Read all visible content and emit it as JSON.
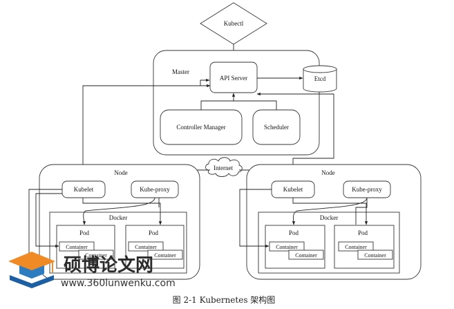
{
  "diagram": {
    "kubectl": "Kubectl",
    "master": {
      "title": "Master",
      "api_server": "API Server",
      "etcd": "Etcd",
      "controller_manager": "Controller Manager",
      "scheduler": "Scheduler"
    },
    "internet": "Internet",
    "nodes": [
      {
        "title": "Node",
        "kubelet": "Kubelet",
        "kube_proxy": "Kube-proxy",
        "docker": "Docker",
        "pods": [
          {
            "title": "Pod",
            "containers": [
              "Container",
              "Container"
            ]
          },
          {
            "title": "Pod",
            "containers": [
              "Container",
              "Container"
            ]
          }
        ]
      },
      {
        "title": "Node",
        "kubelet": "Kubelet",
        "kube_proxy": "Kube-proxy",
        "docker": "Docker",
        "pods": [
          {
            "title": "Pod",
            "containers": [
              "Container",
              "Container"
            ]
          },
          {
            "title": "Pod",
            "containers": [
              "Container",
              "Container"
            ]
          }
        ]
      }
    ]
  },
  "watermark": {
    "site_name": "硕博论文网",
    "url": "www.360lunwenku.com"
  },
  "caption": "图 2-1  Kubernetes 架构图"
}
